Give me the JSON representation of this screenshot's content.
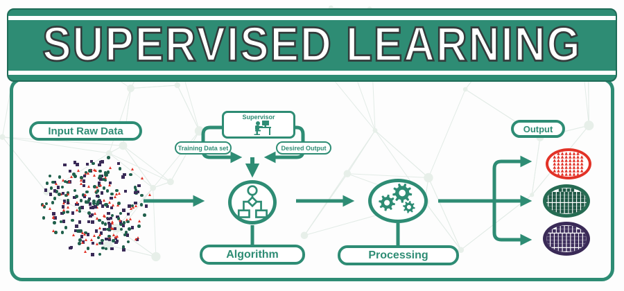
{
  "title": "SUPERVISED LEARNING",
  "labels": {
    "input": "Input Raw Data",
    "supervisor": "Supervisor",
    "training": "Training Data set",
    "desired": "Desired Output",
    "algorithm": "Algorithm",
    "processing": "Processing",
    "output": "Output"
  },
  "colors": {
    "teal": "#2E8C74",
    "teal_dark": "#1E6B57",
    "red": "#E23227",
    "green": "#20604C",
    "purple": "#3A2A57"
  },
  "icons": {
    "supervisor": "person-at-computer-icon",
    "algorithm": "flowchart-icon",
    "processing": "gears-icon"
  },
  "scatter": {
    "count": 300,
    "shapes": [
      "triangle",
      "circle",
      "square"
    ],
    "shape_colors": {
      "triangle": "#E23227",
      "circle": "#20604C",
      "square": "#3A2A57"
    }
  },
  "output_classes": [
    {
      "name": "class-red-triangles",
      "border": "#E23227",
      "symbol": "▲",
      "color": "#E23227",
      "rows": [
        6,
        8,
        8,
        8,
        8,
        8,
        6
      ]
    },
    {
      "name": "class-green-squares",
      "border": "#256B52",
      "symbol": "■",
      "color": "#1F5846",
      "rows": [
        4,
        9,
        11,
        11,
        11,
        11,
        9
      ]
    },
    {
      "name": "class-purple-squares",
      "border": "#3A2A57",
      "symbol": "■",
      "color": "#40305E",
      "rows": [
        5,
        9,
        12,
        12,
        12,
        10,
        8
      ]
    }
  ]
}
